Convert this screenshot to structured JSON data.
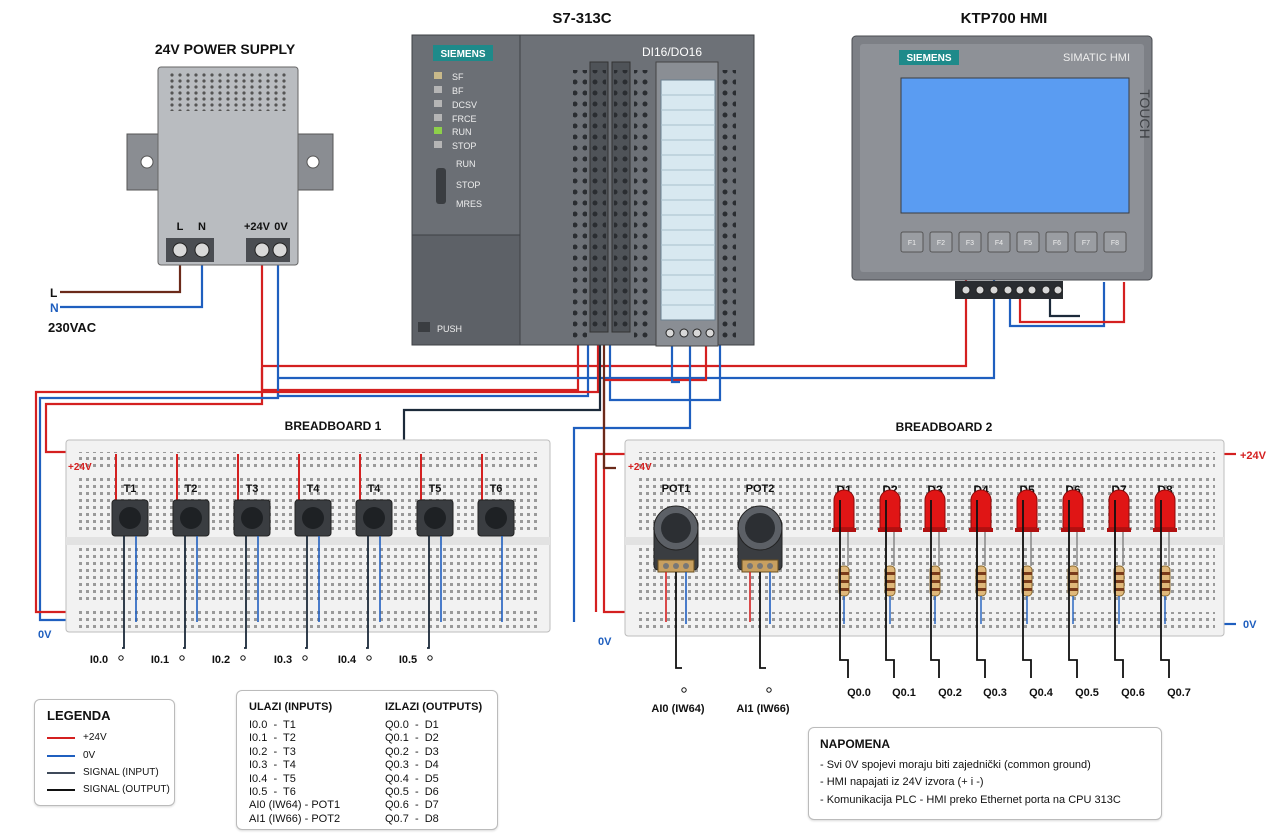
{
  "colors": {
    "plus24": "#d42020",
    "zero": "#1f5fbf",
    "signal_in": "#3f4a5a",
    "signal_out": "#111111",
    "led": "#e01515",
    "hmi_screen": "#5a9cf2",
    "plc_body": "#6b6f75"
  },
  "power_supply": {
    "title": "24V POWER SUPPLY",
    "terminals": [
      "L",
      "N",
      "+24V",
      "0V"
    ]
  },
  "mains": {
    "l": "L",
    "n": "N",
    "label": "230VAC"
  },
  "plc": {
    "title": "S7-313C",
    "brand": "SIEMENS",
    "module_label": "DI16/DO16",
    "leds": [
      "SF",
      "BF",
      "DCSV",
      "FRCE",
      "RUN",
      "STOP"
    ],
    "switch_labels": [
      "RUN",
      "STOP",
      "MRES"
    ],
    "push_label": "PUSH"
  },
  "hmi": {
    "title": "KTP700 HMI",
    "brand": "SIEMENS",
    "model": "SIMATIC HMI",
    "touch": "TOUCH",
    "fkeys": [
      "F1",
      "F2",
      "F3",
      "F4",
      "F5",
      "F6",
      "F7",
      "F8"
    ]
  },
  "breadboard1": {
    "title": "BREADBOARD 1",
    "plus_label": "+24V",
    "zero_label": "0V",
    "buttons": [
      "T1",
      "T2",
      "T3",
      "T4",
      "T4",
      "T5",
      "T6"
    ],
    "inputs": [
      "I0.0",
      "I0.1",
      "I0.2",
      "I0.3",
      "I0.4",
      "I0.5"
    ]
  },
  "breadboard2": {
    "title": "BREADBOARD 2",
    "plus_label": "+24V",
    "plus_label_right": "+24V",
    "zero_label_left": "0V",
    "zero_label_right": "0V",
    "pots": [
      "POT1",
      "POT2"
    ],
    "leds": [
      "D1",
      "D2",
      "D3",
      "D4",
      "D5",
      "D6",
      "D7",
      "D8"
    ],
    "outputs": [
      "Q0.0",
      "Q0.1",
      "Q0.2",
      "Q0.3",
      "Q0.4",
      "Q0.5",
      "Q0.6",
      "Q0.7"
    ],
    "analog": [
      "AI0 (IW64)",
      "AI1 (IW66)"
    ]
  },
  "legend": {
    "title": "LEGENDA",
    "items": [
      "+24V",
      "0V",
      "SIGNAL (INPUT)",
      "SIGNAL (OUTPUT)"
    ]
  },
  "io_table": {
    "inputs_header": "ULAZI (INPUTS)",
    "outputs_header": "IZLAZI (OUTPUTS)",
    "inputs": [
      "I0.0  -  T1",
      "I0.1  -  T2",
      "I0.2  -  T3",
      "I0.3  -  T4",
      "I0.4  -  T5",
      "I0.5  -  T6",
      "AI0 (IW64) - POT1",
      "AI1 (IW66) - POT2"
    ],
    "outputs": [
      "Q0.0  -  D1",
      "Q0.1  -  D2",
      "Q0.2  -  D3",
      "Q0.3  -  D4",
      "Q0.4  -  D5",
      "Q0.5  -  D6",
      "Q0.6  -  D7",
      "Q0.7  -  D8"
    ]
  },
  "note": {
    "title": "NAPOMENA",
    "lines": [
      "- Svi 0V spojevi moraju biti zajednički (common ground)",
      "- HMI napajati iz 24V izvora (+ i -)",
      "- Komunikacija PLC - HMI preko Ethernet porta na CPU 313C"
    ]
  }
}
